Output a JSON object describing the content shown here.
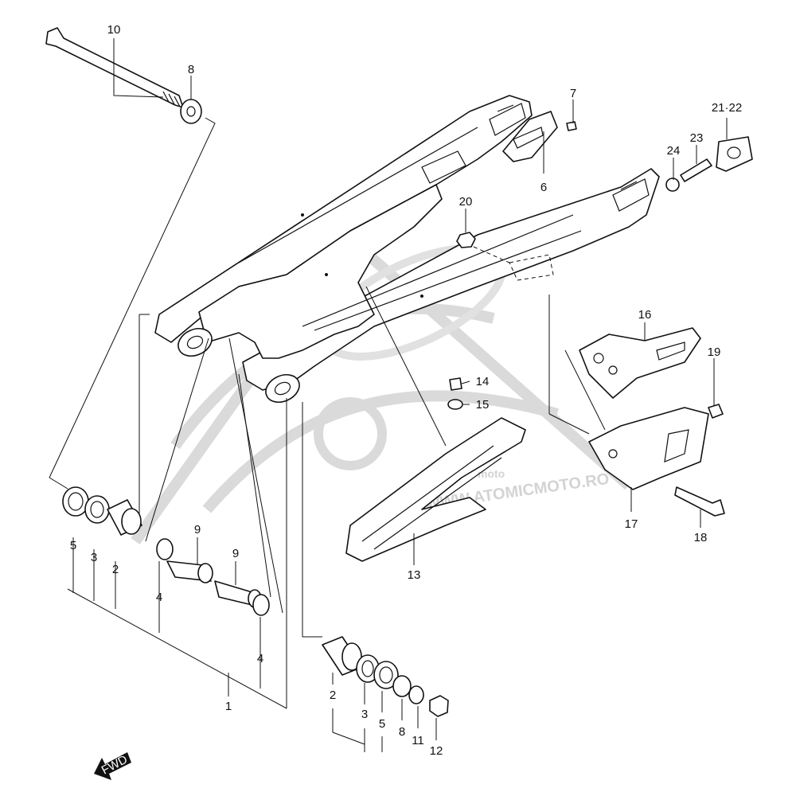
{
  "diagram": {
    "watermark": {
      "brand": "moto",
      "url": "WWW.ATOMICMOTO.RO"
    },
    "fwd_label": "FWD",
    "callouts": [
      {
        "id": "c10a",
        "text": "10"
      },
      {
        "id": "c8a",
        "text": "8"
      },
      {
        "id": "c7",
        "text": "7"
      },
      {
        "id": "c6",
        "text": "6"
      },
      {
        "id": "c2122",
        "text": "21·22"
      },
      {
        "id": "c23",
        "text": "23"
      },
      {
        "id": "c24",
        "text": "24"
      },
      {
        "id": "c20",
        "text": "20"
      },
      {
        "id": "c16",
        "text": "16"
      },
      {
        "id": "c19",
        "text": "19"
      },
      {
        "id": "c14",
        "text": "14"
      },
      {
        "id": "c15",
        "text": "15"
      },
      {
        "id": "c17",
        "text": "17"
      },
      {
        "id": "c18",
        "text": "18"
      },
      {
        "id": "c13",
        "text": "13"
      },
      {
        "id": "c9a",
        "text": "9"
      },
      {
        "id": "c9b",
        "text": "9"
      },
      {
        "id": "c5a",
        "text": "5"
      },
      {
        "id": "c3a",
        "text": "3"
      },
      {
        "id": "c2a",
        "text": "2"
      },
      {
        "id": "c4a",
        "text": "4"
      },
      {
        "id": "c4b",
        "text": "4"
      },
      {
        "id": "c1",
        "text": "1"
      },
      {
        "id": "c2b",
        "text": "2"
      },
      {
        "id": "c3b",
        "text": "3"
      },
      {
        "id": "c5b",
        "text": "5"
      },
      {
        "id": "c8b",
        "text": "8"
      },
      {
        "id": "c11",
        "text": "11"
      },
      {
        "id": "c12",
        "text": "12"
      }
    ]
  }
}
